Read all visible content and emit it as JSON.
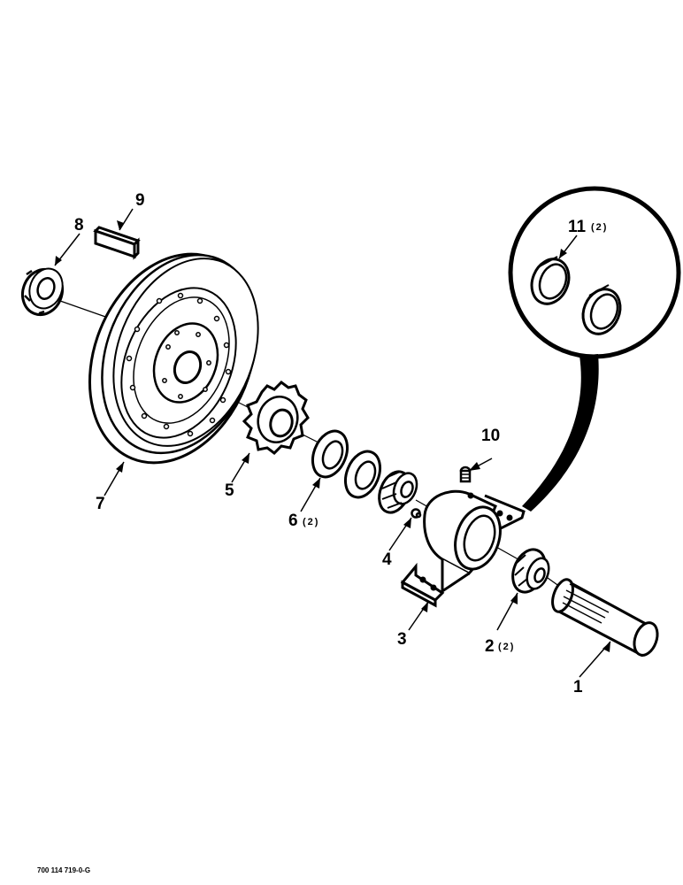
{
  "callouts": {
    "c1": {
      "number": "1",
      "qty": ""
    },
    "c2": {
      "number": "2",
      "qty": "(2)"
    },
    "c3": {
      "number": "3",
      "qty": ""
    },
    "c4": {
      "number": "4",
      "qty": ""
    },
    "c5": {
      "number": "5",
      "qty": ""
    },
    "c6": {
      "number": "6",
      "qty": "(2)"
    },
    "c7": {
      "number": "7",
      "qty": ""
    },
    "c8": {
      "number": "8",
      "qty": ""
    },
    "c9": {
      "number": "9",
      "qty": ""
    },
    "c10": {
      "number": "10",
      "qty": ""
    },
    "c11": {
      "number": "11",
      "qty": "(2)"
    }
  },
  "figure_ref": "700 114 719-0-G",
  "parts": [
    {
      "id": "1",
      "icon": "axle-shaft-icon"
    },
    {
      "id": "2",
      "icon": "tapered-roller-bearing-cone-icon"
    },
    {
      "id": "3",
      "icon": "pillow-block-housing-icon"
    },
    {
      "id": "4",
      "icon": "grease-fitting-icon"
    },
    {
      "id": "5",
      "icon": "sprocket-icon"
    },
    {
      "id": "6",
      "icon": "flat-washer-icon"
    },
    {
      "id": "7",
      "icon": "sheave-pulley-icon"
    },
    {
      "id": "8",
      "icon": "lock-nut-icon"
    },
    {
      "id": "9",
      "icon": "square-key-icon"
    },
    {
      "id": "10",
      "icon": "set-screw-icon"
    },
    {
      "id": "11",
      "icon": "bearing-cup-icon"
    }
  ],
  "colors": {
    "ink": "#000000",
    "paper": "#ffffff"
  }
}
